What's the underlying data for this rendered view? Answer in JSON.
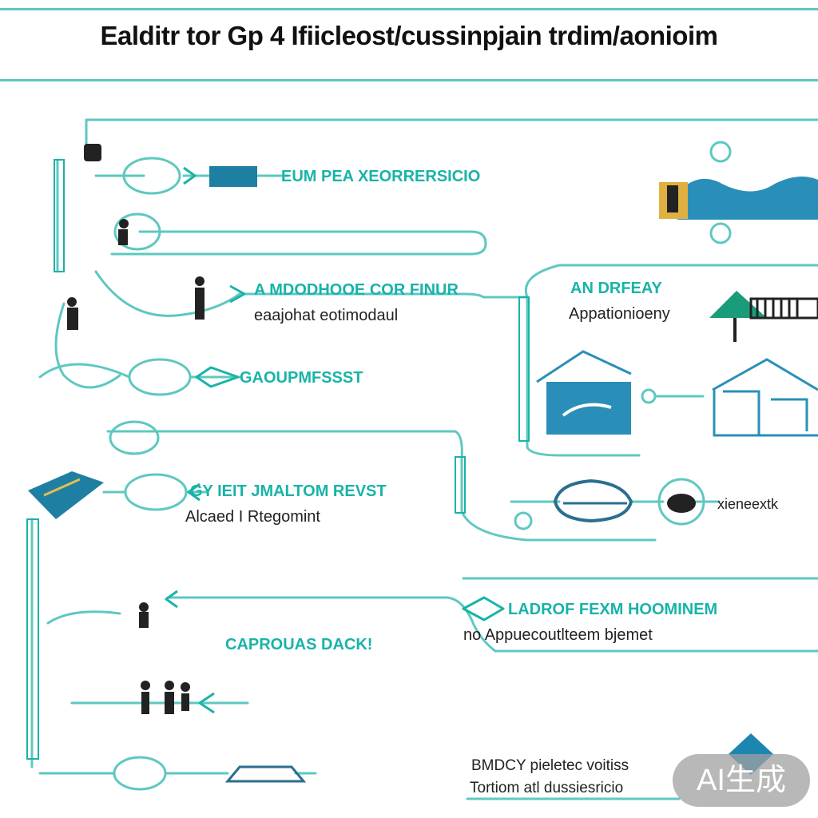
{
  "title": "Ealditr tor Gp 4 Ifiicleost/cussinpjain trdim/aonioim",
  "labels": {
    "l1": "eum pea xeorrersicio",
    "l2": "A MDODHOOE cor Finur",
    "l2_sub": "eaajohat eotimodaul",
    "l3": "GAOUPMFSSST",
    "l4": "GY IEIT JMALTOM REVST",
    "l4_sub": "Alcaed I Rtegomint",
    "l5": "CAPROUAS DACK!",
    "r1": "AN DRFEAY",
    "r1_sub": "Appationioeny",
    "r2": "xieneextk",
    "r3": "LADROF FEXM HOOMINEM",
    "r3_sub": "no Appuecoutlteem bjemet",
    "r4": "BMDCY pieletec voitiss",
    "r4_sub": "Tortiom atl dussiesricio"
  },
  "watermark": "AI生成",
  "colors": {
    "accent": "#19b3a8",
    "line": "#5ec8c0",
    "blue": "#2a8fb8",
    "text": "#222222"
  },
  "icons": [
    "person-icon",
    "house-icon",
    "tent-icon",
    "bus-icon",
    "scanner-icon",
    "cabin-icon",
    "diamond-icon"
  ]
}
